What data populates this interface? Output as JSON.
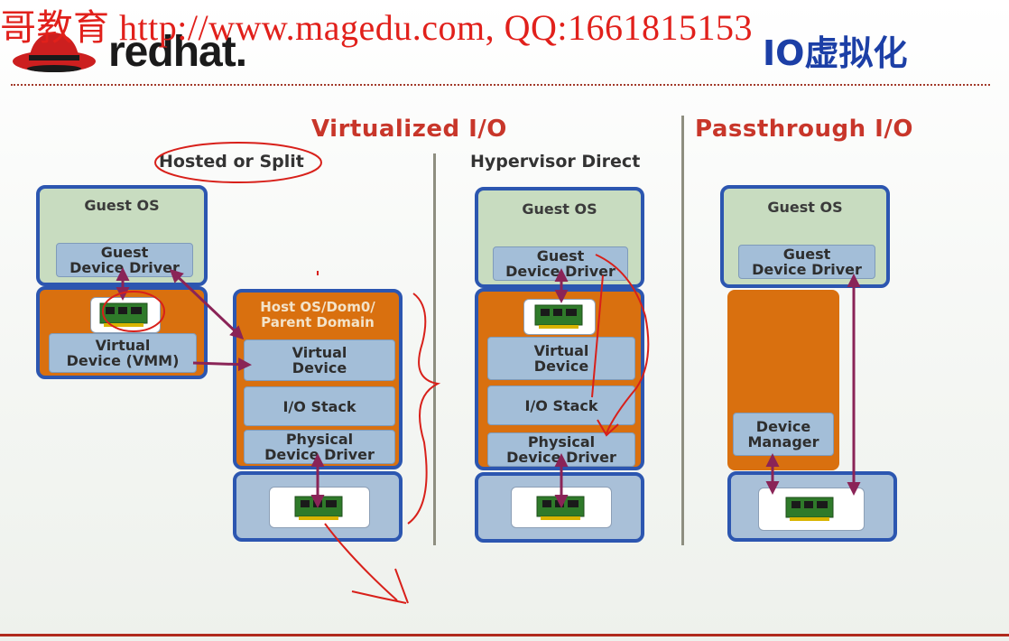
{
  "header": {
    "watermark": "哥教育 http://www.magedu.com, QQ:1661815153",
    "logo_text": "redhat.",
    "title": "IO虚拟化"
  },
  "sections": {
    "virtualized": "Virtualized I/O",
    "passthrough": "Passthrough I/O"
  },
  "subtitles": {
    "hosted": "Hosted or Split",
    "hypervisor": "Hypervisor Direct"
  },
  "hosted": {
    "guest_os": "Guest OS",
    "guest_driver": "Guest\nDevice Driver",
    "virtual_device_vmm": "Virtual\nDevice (VMM)",
    "host_os": "Host OS/Dom0/\nParent Domain",
    "virtual_device": "Virtual\nDevice",
    "io_stack": "I/O Stack",
    "physical_driver": "Physical\nDevice Driver"
  },
  "hypervisor": {
    "guest_os": "Guest OS",
    "guest_driver": "Guest\nDevice Driver",
    "virtual_device": "Virtual\nDevice",
    "io_stack": "I/O Stack",
    "physical_driver": "Physical\nDevice Driver"
  },
  "passthrough": {
    "guest_os": "Guest OS",
    "guest_driver": "Guest\nDevice Driver",
    "device_manager": "Device\nManager"
  },
  "colors": {
    "accent_red": "#c8362a",
    "box_border": "#2c56b0",
    "orange": "#d9700f",
    "green": "#c8dcc0"
  }
}
